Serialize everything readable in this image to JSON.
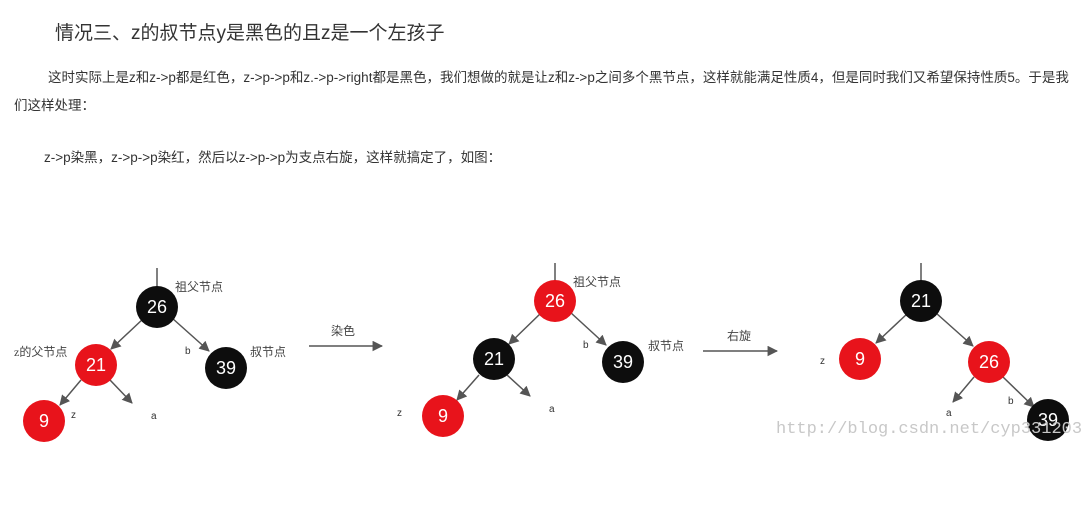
{
  "heading": "情况三、z的叔节点y是黑色的且z是一个左孩子",
  "paragraphs": [
    "这时实际上是z和z->p都是红色，z->p->p和z.->p->right都是黑色，我们想做的就是让z和z->p之间多个黑节点，这样就能满足性质4，但是同时我们又希望保持性质5。于是我们这样处理：",
    "z->p染黑，z->p->p染红，然后以z->p->p为支点右旋，这样就搞定了，如图："
  ],
  "figure": {
    "colors": {
      "red": "#e8131b",
      "black": "#0d0d0d",
      "arrow": "#555555"
    },
    "trees": [
      {
        "nodes": {
          "root": "26",
          "left": "21",
          "right": "39",
          "leftleft": "9"
        },
        "labels": {
          "grandparent": "祖父节点",
          "parent": "z的父节点",
          "uncle": "叔节点",
          "z": "z",
          "a": "a",
          "b": "b"
        }
      },
      {
        "nodes": {
          "root": "26",
          "left": "21",
          "right": "39",
          "leftleft": "9"
        },
        "labels": {
          "grandparent": "祖父节点",
          "uncle": "叔节点",
          "z": "z",
          "a": "a",
          "b": "b"
        }
      },
      {
        "nodes": {
          "root": "21",
          "left": "9",
          "right": "26",
          "rightright": "39"
        },
        "labels": {
          "z": "z",
          "a": "a",
          "b": "b"
        }
      }
    ],
    "steps": [
      "染色",
      "右旋"
    ],
    "watermark": "http://blog.csdn.net/cyp331203"
  }
}
